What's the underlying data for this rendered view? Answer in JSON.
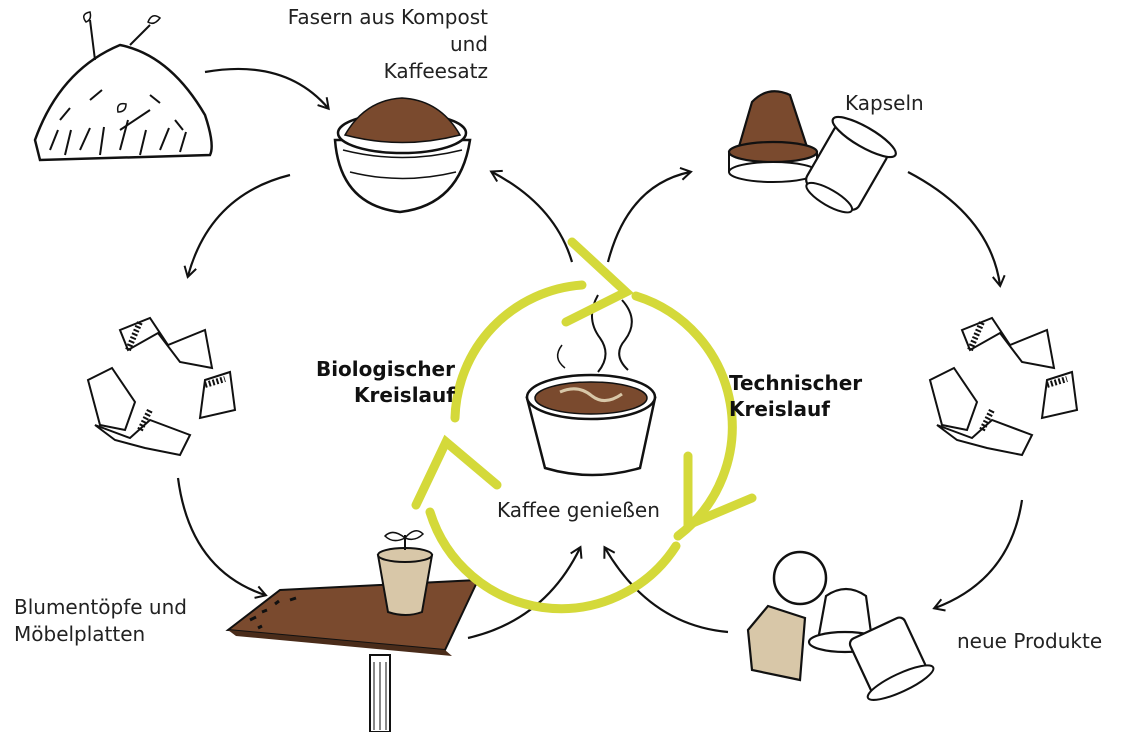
{
  "labels": {
    "fasern": "Fasern aus Kompost\nund\nKaffeesatz",
    "kapseln": "Kapseln",
    "biologisch": "Biologischer\nKreislauf",
    "technisch": "Technischer\nKreislauf",
    "kaffee": "Kaffee genießen",
    "blumen": "Blumentöpfe und\nMöbelplatten",
    "produkte": "neue Produkte"
  },
  "icons": [
    "compost-pile-icon",
    "coffee-grounds-bowl-icon",
    "capsules-icon",
    "recycle-icon",
    "coffee-cup-icon",
    "flower-pot-table-icon",
    "capsule-keychain-icon"
  ],
  "colors": {
    "cycle_accent": "#d4d93a",
    "coffee_brown": "#7a4a2e",
    "ink": "#111111"
  }
}
